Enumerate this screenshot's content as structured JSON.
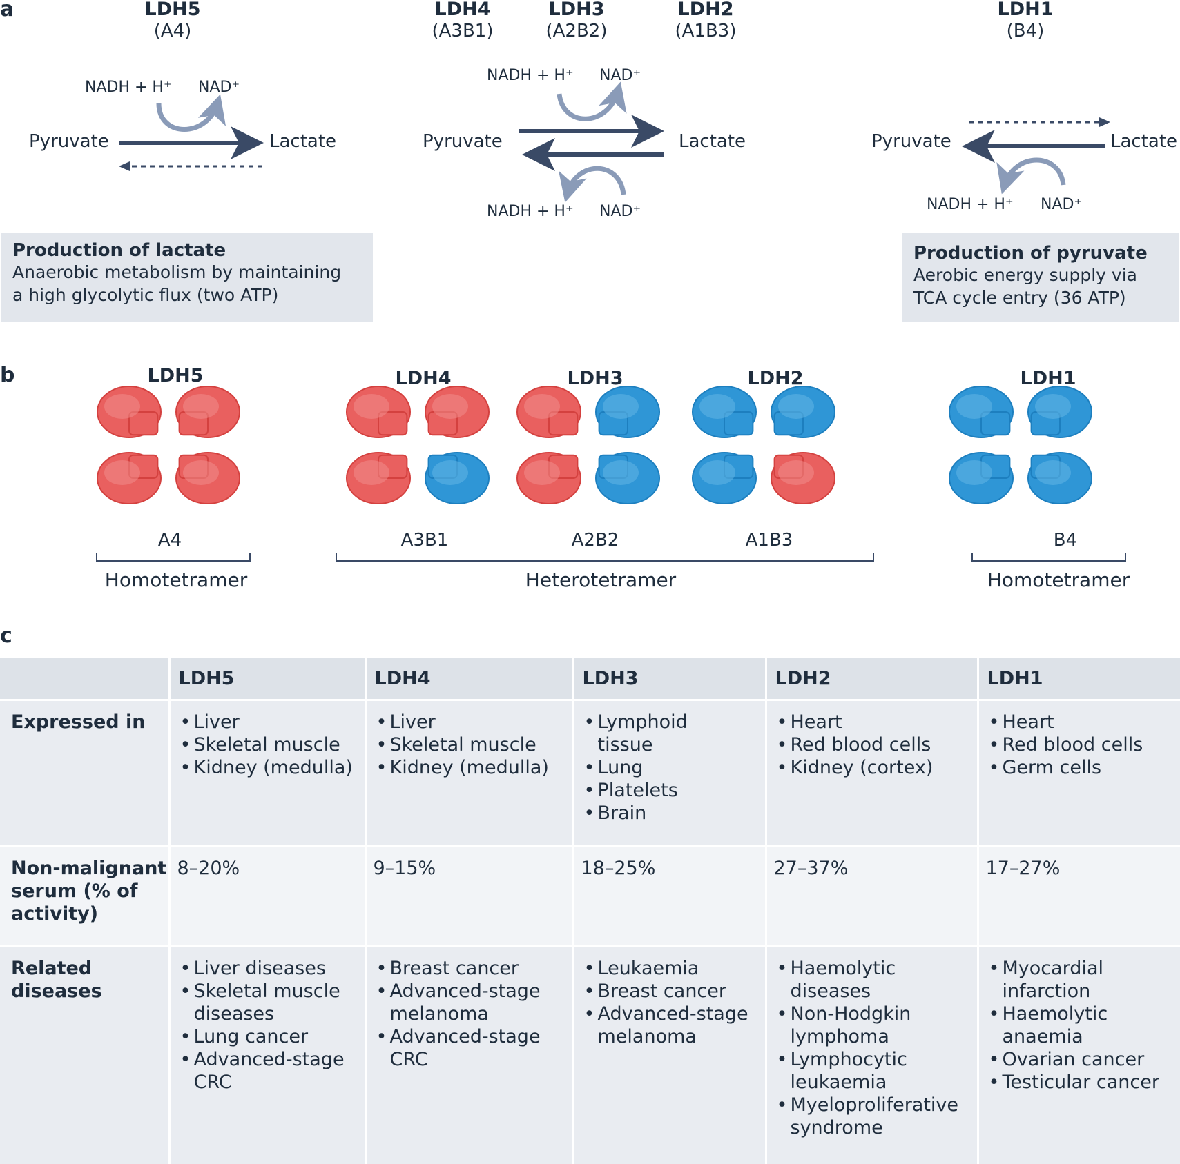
{
  "panels": {
    "a": "a",
    "b": "b",
    "c": "c"
  },
  "panel_a": {
    "isoforms": [
      {
        "name": "LDH5",
        "sub": "(A4)"
      },
      {
        "name": "LDH4",
        "sub": "(A3B1)"
      },
      {
        "name": "LDH3",
        "sub": "(A2B2)"
      },
      {
        "name": "LDH2",
        "sub": "(A1B3)"
      },
      {
        "name": "LDH1",
        "sub": "(B4)"
      }
    ],
    "pyruvate": "Pyruvate",
    "lactate": "Lactate",
    "nadh": "NADH + H⁺",
    "nad": "NAD⁺",
    "lactate_box": {
      "title": "Production of lactate",
      "line1": "Anaerobic metabolism by maintaining",
      "line2": "a high glycolytic flux (two ATP)"
    },
    "pyruvate_box": {
      "title": "Production of pyruvate",
      "line1": "Aerobic energy supply via",
      "line2": "TCA cycle entry (36 ATP)"
    }
  },
  "panel_b": {
    "tetramers": [
      {
        "name": "LDH5",
        "subunits": "A4",
        "pattern": [
          "A",
          "A",
          "A",
          "A"
        ]
      },
      {
        "name": "LDH4",
        "subunits": "A3B1",
        "pattern": [
          "A",
          "A",
          "A",
          "B"
        ]
      },
      {
        "name": "LDH3",
        "subunits": "A2B2",
        "pattern": [
          "A",
          "B",
          "A",
          "B"
        ]
      },
      {
        "name": "LDH2",
        "subunits": "A1B3",
        "pattern": [
          "B",
          "B",
          "B",
          "A"
        ]
      },
      {
        "name": "LDH1",
        "subunits": "B4",
        "pattern": [
          "B",
          "B",
          "B",
          "B"
        ]
      }
    ],
    "groups": {
      "homo_left": "Homotetramer",
      "hetero": "Heterotetramer",
      "homo_right": "Homotetramer"
    },
    "colors": {
      "A": "#e9605f",
      "B": "#2f96d6"
    }
  },
  "table": {
    "headers": [
      "LDH5",
      "LDH4",
      "LDH3",
      "LDH2",
      "LDH1"
    ],
    "rows": {
      "expressed": {
        "label": "Expressed in",
        "cells": [
          [
            "Liver",
            "Skeletal muscle",
            "Kidney (medulla)"
          ],
          [
            "Liver",
            "Skeletal muscle",
            "Kidney (medulla)"
          ],
          [
            "Lymphoid tissue",
            "Lung",
            "Platelets",
            "Brain"
          ],
          [
            "Heart",
            "Red blood cells",
            "Kidney (cortex)"
          ],
          [
            "Heart",
            "Red blood cells",
            "Germ cells"
          ]
        ]
      },
      "serum": {
        "label": "Non-malignant serum (% of activity)",
        "cells": [
          "8–20%",
          "9–15%",
          "18–25%",
          "27–37%",
          "17–27%"
        ]
      },
      "diseases": {
        "label": "Related diseases",
        "cells": [
          [
            "Liver diseases",
            "Skeletal muscle diseases",
            "Lung cancer",
            "Advanced-stage CRC"
          ],
          [
            "Breast cancer",
            "Advanced-stage melanoma",
            "Advanced-stage CRC"
          ],
          [
            "Leukaemia",
            "Breast cancer",
            "Advanced-stage melanoma"
          ],
          [
            "Haemolytic diseases",
            "Non-Hodgkin lymphoma",
            "Lymphocytic leukaemia",
            "Myeloproliferative syndrome"
          ],
          [
            "Myocardial infarction",
            "Haemolytic anaemia",
            "Ovarian cancer",
            "Testicular cancer"
          ]
        ]
      }
    }
  }
}
